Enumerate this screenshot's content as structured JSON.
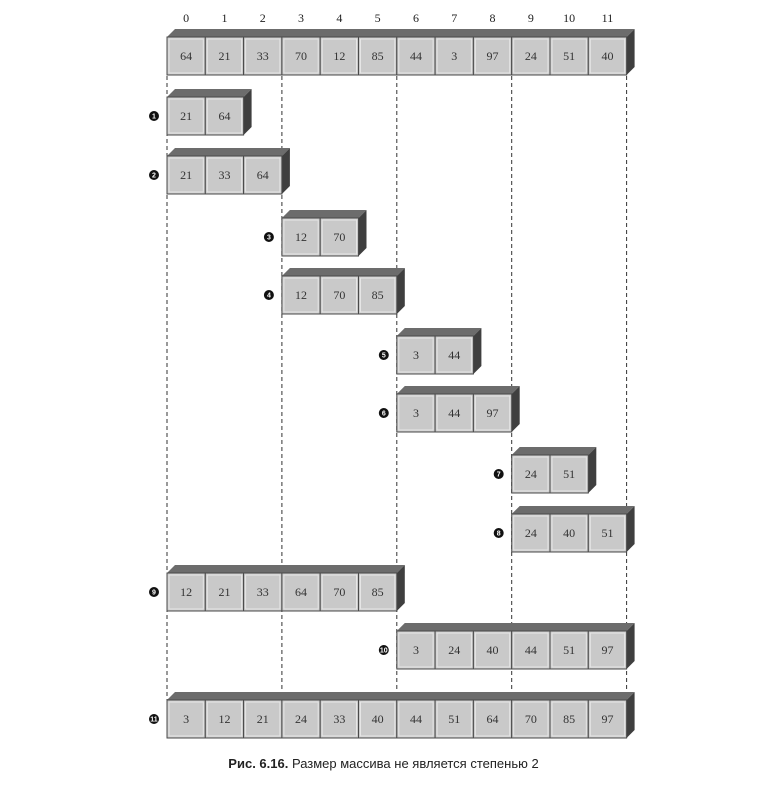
{
  "indices": [
    "0",
    "1",
    "2",
    "3",
    "4",
    "5",
    "6",
    "7",
    "8",
    "9",
    "10",
    "11"
  ],
  "colors": {
    "cell_fill": "#c9c9c9",
    "cell_top": "#6c6c6c",
    "cell_side": "#3f3f3f",
    "cell_border": "#4a4a4a",
    "dash": "#333333",
    "marker": "#111111"
  },
  "rows": [
    {
      "step": "",
      "start": 0,
      "values": [
        "64",
        "21",
        "33",
        "70",
        "12",
        "85",
        "44",
        "3",
        "97",
        "24",
        "51",
        "40"
      ]
    },
    {
      "step": "1",
      "start": 0,
      "values": [
        "21",
        "64"
      ]
    },
    {
      "step": "2",
      "start": 0,
      "values": [
        "21",
        "33",
        "64"
      ]
    },
    {
      "step": "3",
      "start": 3,
      "values": [
        "12",
        "70"
      ]
    },
    {
      "step": "4",
      "start": 3,
      "values": [
        "12",
        "70",
        "85"
      ]
    },
    {
      "step": "5",
      "start": 6,
      "values": [
        "3",
        "44"
      ]
    },
    {
      "step": "6",
      "start": 6,
      "values": [
        "3",
        "44",
        "97"
      ]
    },
    {
      "step": "7",
      "start": 9,
      "values": [
        "24",
        "51"
      ]
    },
    {
      "step": "8",
      "start": 9,
      "values": [
        "24",
        "40",
        "51"
      ]
    },
    {
      "step": "9",
      "start": 0,
      "values": [
        "12",
        "21",
        "33",
        "64",
        "70",
        "85"
      ]
    },
    {
      "step": "10",
      "start": 6,
      "values": [
        "3",
        "24",
        "40",
        "44",
        "51",
        "97"
      ]
    },
    {
      "step": "11",
      "start": 0,
      "values": [
        "3",
        "12",
        "21",
        "24",
        "33",
        "40",
        "44",
        "51",
        "64",
        "70",
        "85",
        "97"
      ]
    }
  ],
  "caption": {
    "label": "Рис. 6.16.",
    "text": "Размер массива не является степенью 2"
  }
}
